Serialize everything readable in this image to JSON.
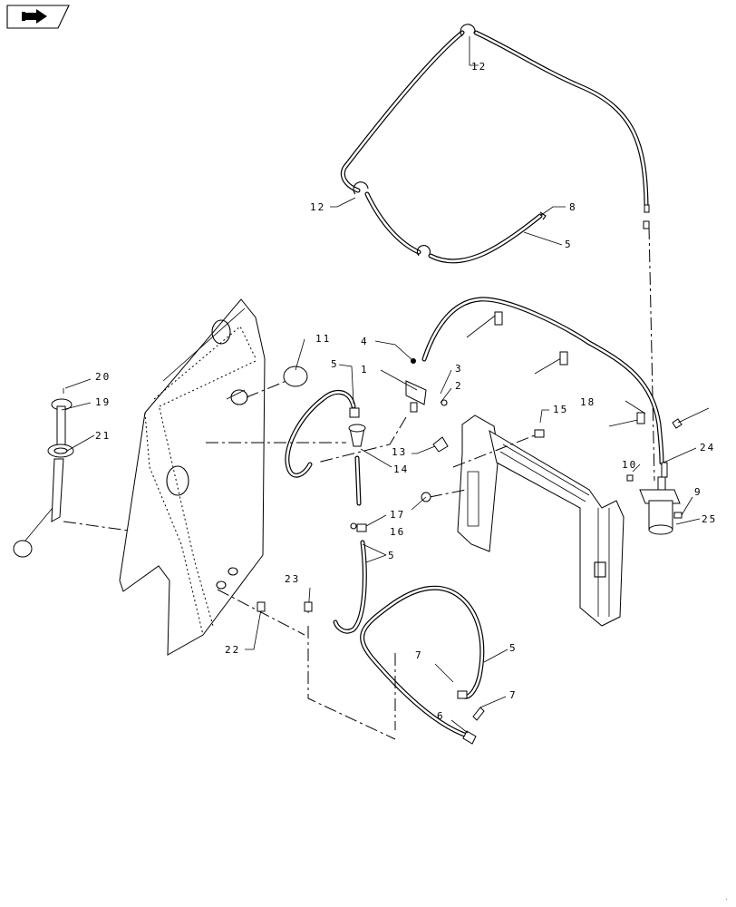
{
  "nav_icon": "back-arrow-icon",
  "callouts": {
    "c1": "1",
    "c2": "2",
    "c3": "3",
    "c4": "4",
    "c5a": "5",
    "c5b": "5",
    "c5c": "5",
    "c5d": "5",
    "c6": "6",
    "c7a": "7",
    "c7b": "7",
    "c8": "8",
    "c9": "9",
    "c10": "10",
    "c11": "11",
    "c12a": "12",
    "c12b": "12",
    "c13": "13",
    "c14": "14",
    "c15": "15",
    "c16": "16",
    "c17": "17",
    "c18": "18",
    "c19": "19",
    "c20": "20",
    "c21": "21",
    "c22": "22",
    "c23": "23",
    "c24": "24",
    "c25": "25"
  }
}
